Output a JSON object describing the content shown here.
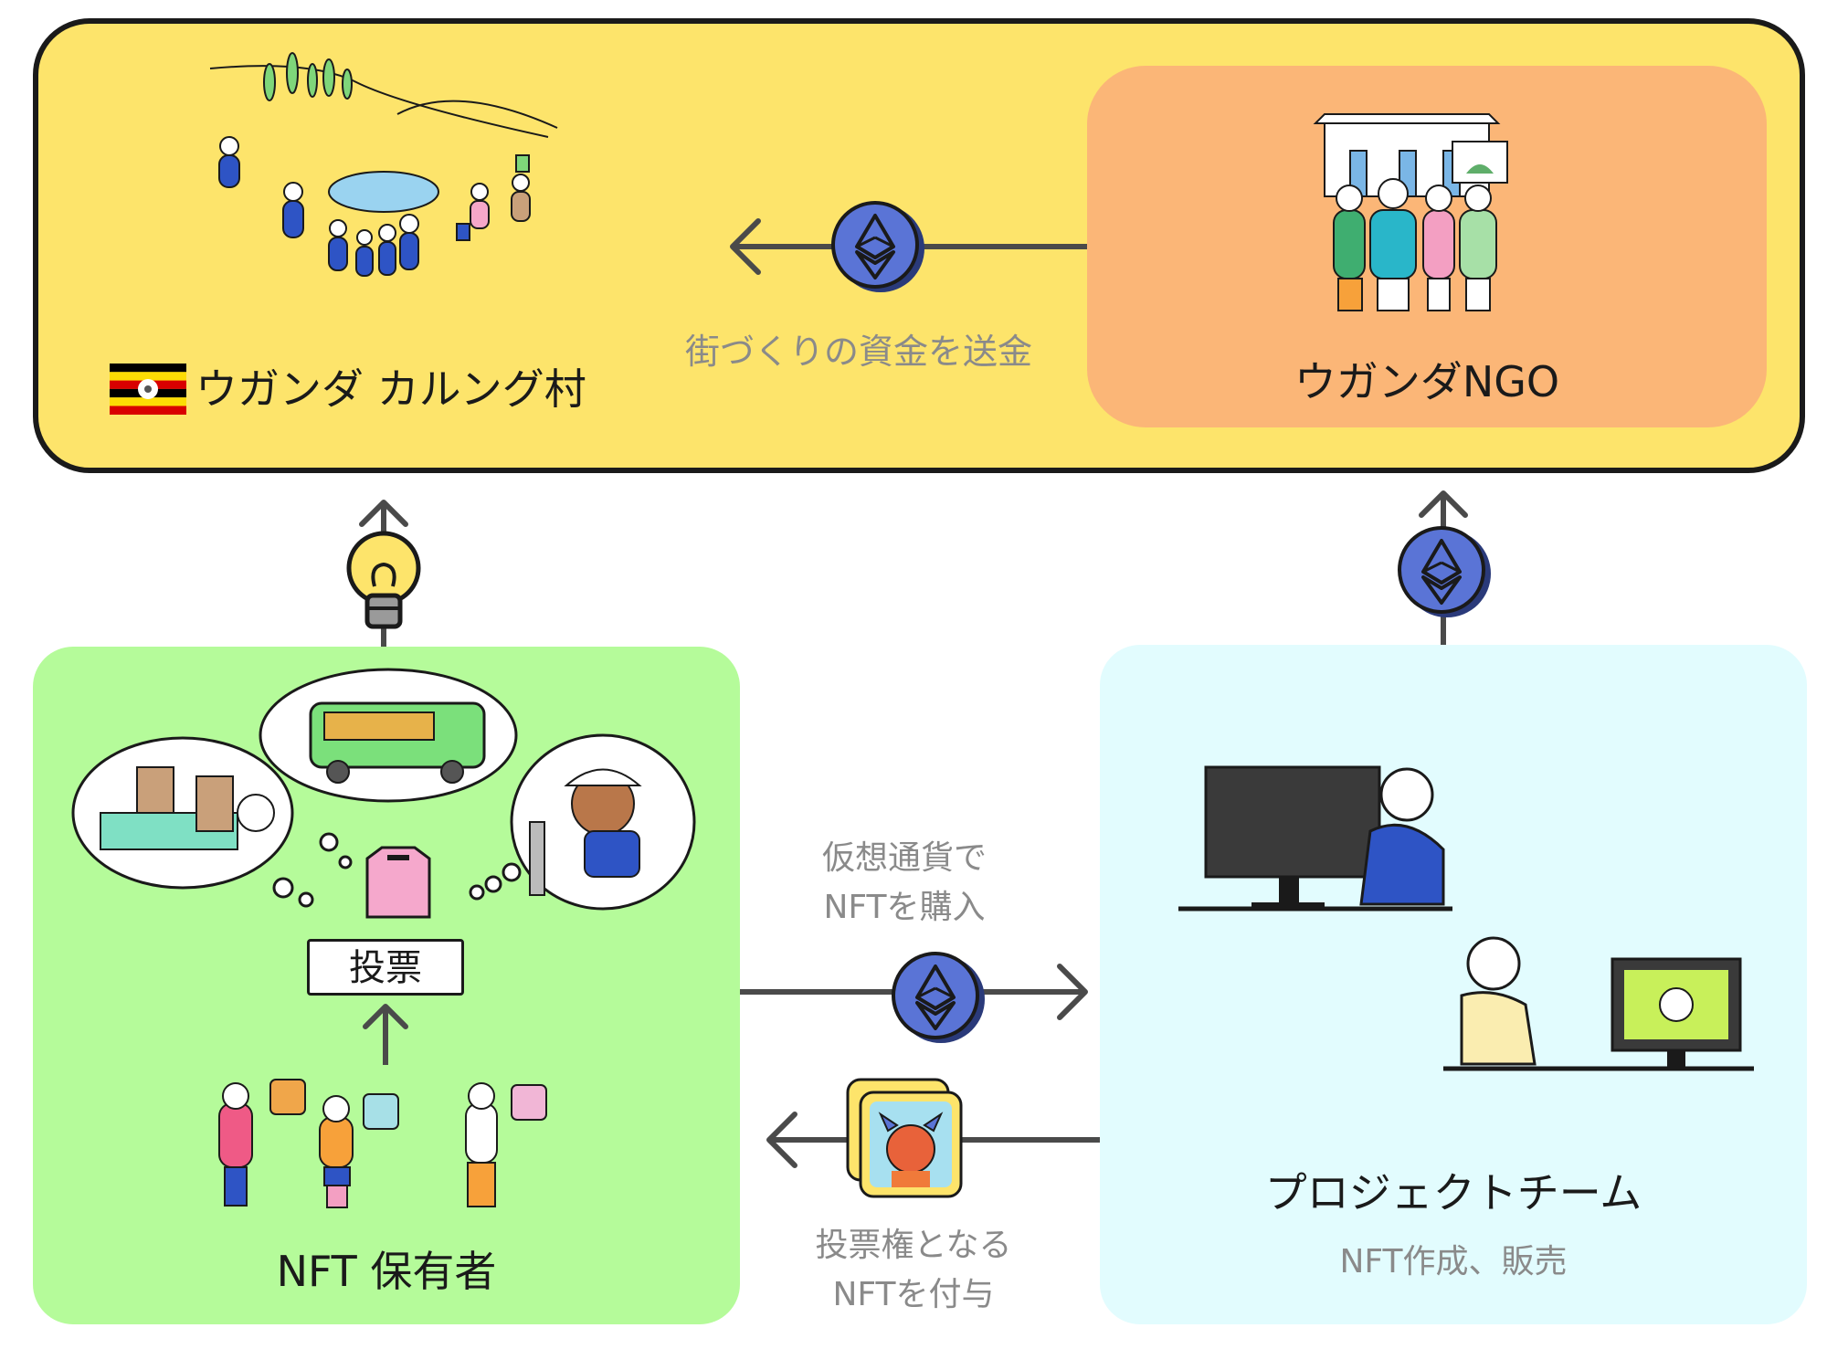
{
  "village": {
    "label": "ウガンダ カルング村",
    "bg_color": "#fde46b"
  },
  "ngo": {
    "label": "ウガンダNGO",
    "bg_color": "#fbb677"
  },
  "funding_arrow": {
    "label": "街づくりの資金を送金"
  },
  "holders": {
    "label": "NFT 保有者",
    "bg_color": "#b5fb9a",
    "vote_label": "投票"
  },
  "team": {
    "label": "プロジェクトチーム",
    "sublabel": "NFT作成、販売",
    "bg_color": "#e2fcfe"
  },
  "purchase_arrow": {
    "line1": "仮想通貨で",
    "line2": "NFTを購入"
  },
  "grant_arrow": {
    "line1": "投票権となる",
    "line2": "NFTを付与"
  },
  "colors": {
    "eth_coin": "#5a74d6",
    "arrow": "#4a4a4a",
    "label_grey": "#8a8a8a"
  },
  "icons": [
    "uganda-flag-icon",
    "ethereum-coin-icon",
    "lightbulb-icon",
    "ballot-box-icon",
    "monitor-icon",
    "nft-card-icon"
  ]
}
